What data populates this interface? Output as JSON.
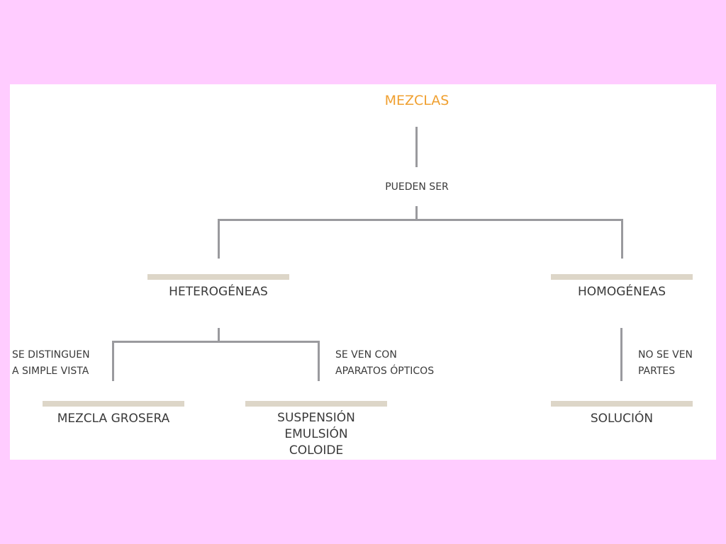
{
  "diagram": {
    "title": "MEZCLAS",
    "connector": "PUEDEN SER",
    "left_branch": "HETEROGÉNEAS",
    "right_branch": "HOMOGÉNEAS",
    "left_annotation": [
      "SE DISTINGUEN",
      "A SIMPLE VISTA"
    ],
    "middle_annotation": [
      "SE VEN CON",
      "APARATOS ÓPTICOS"
    ],
    "right_annotation": [
      "NO SE VEN",
      "PARTES"
    ],
    "leaf_1": "MEZCLA GROSERA",
    "leaf_2": [
      "SUSPENSIÓN",
      "EMULSIÓN",
      "COLOIDE"
    ],
    "leaf_3": "SOLUCIÓN"
  },
  "colors": {
    "page_background": "#ffccff",
    "slide_background": "#ffffff",
    "title_accent": "#f0a030",
    "line": "#9a9a9e",
    "bar": "#ddd6c8",
    "text": "#3a3a3a"
  }
}
